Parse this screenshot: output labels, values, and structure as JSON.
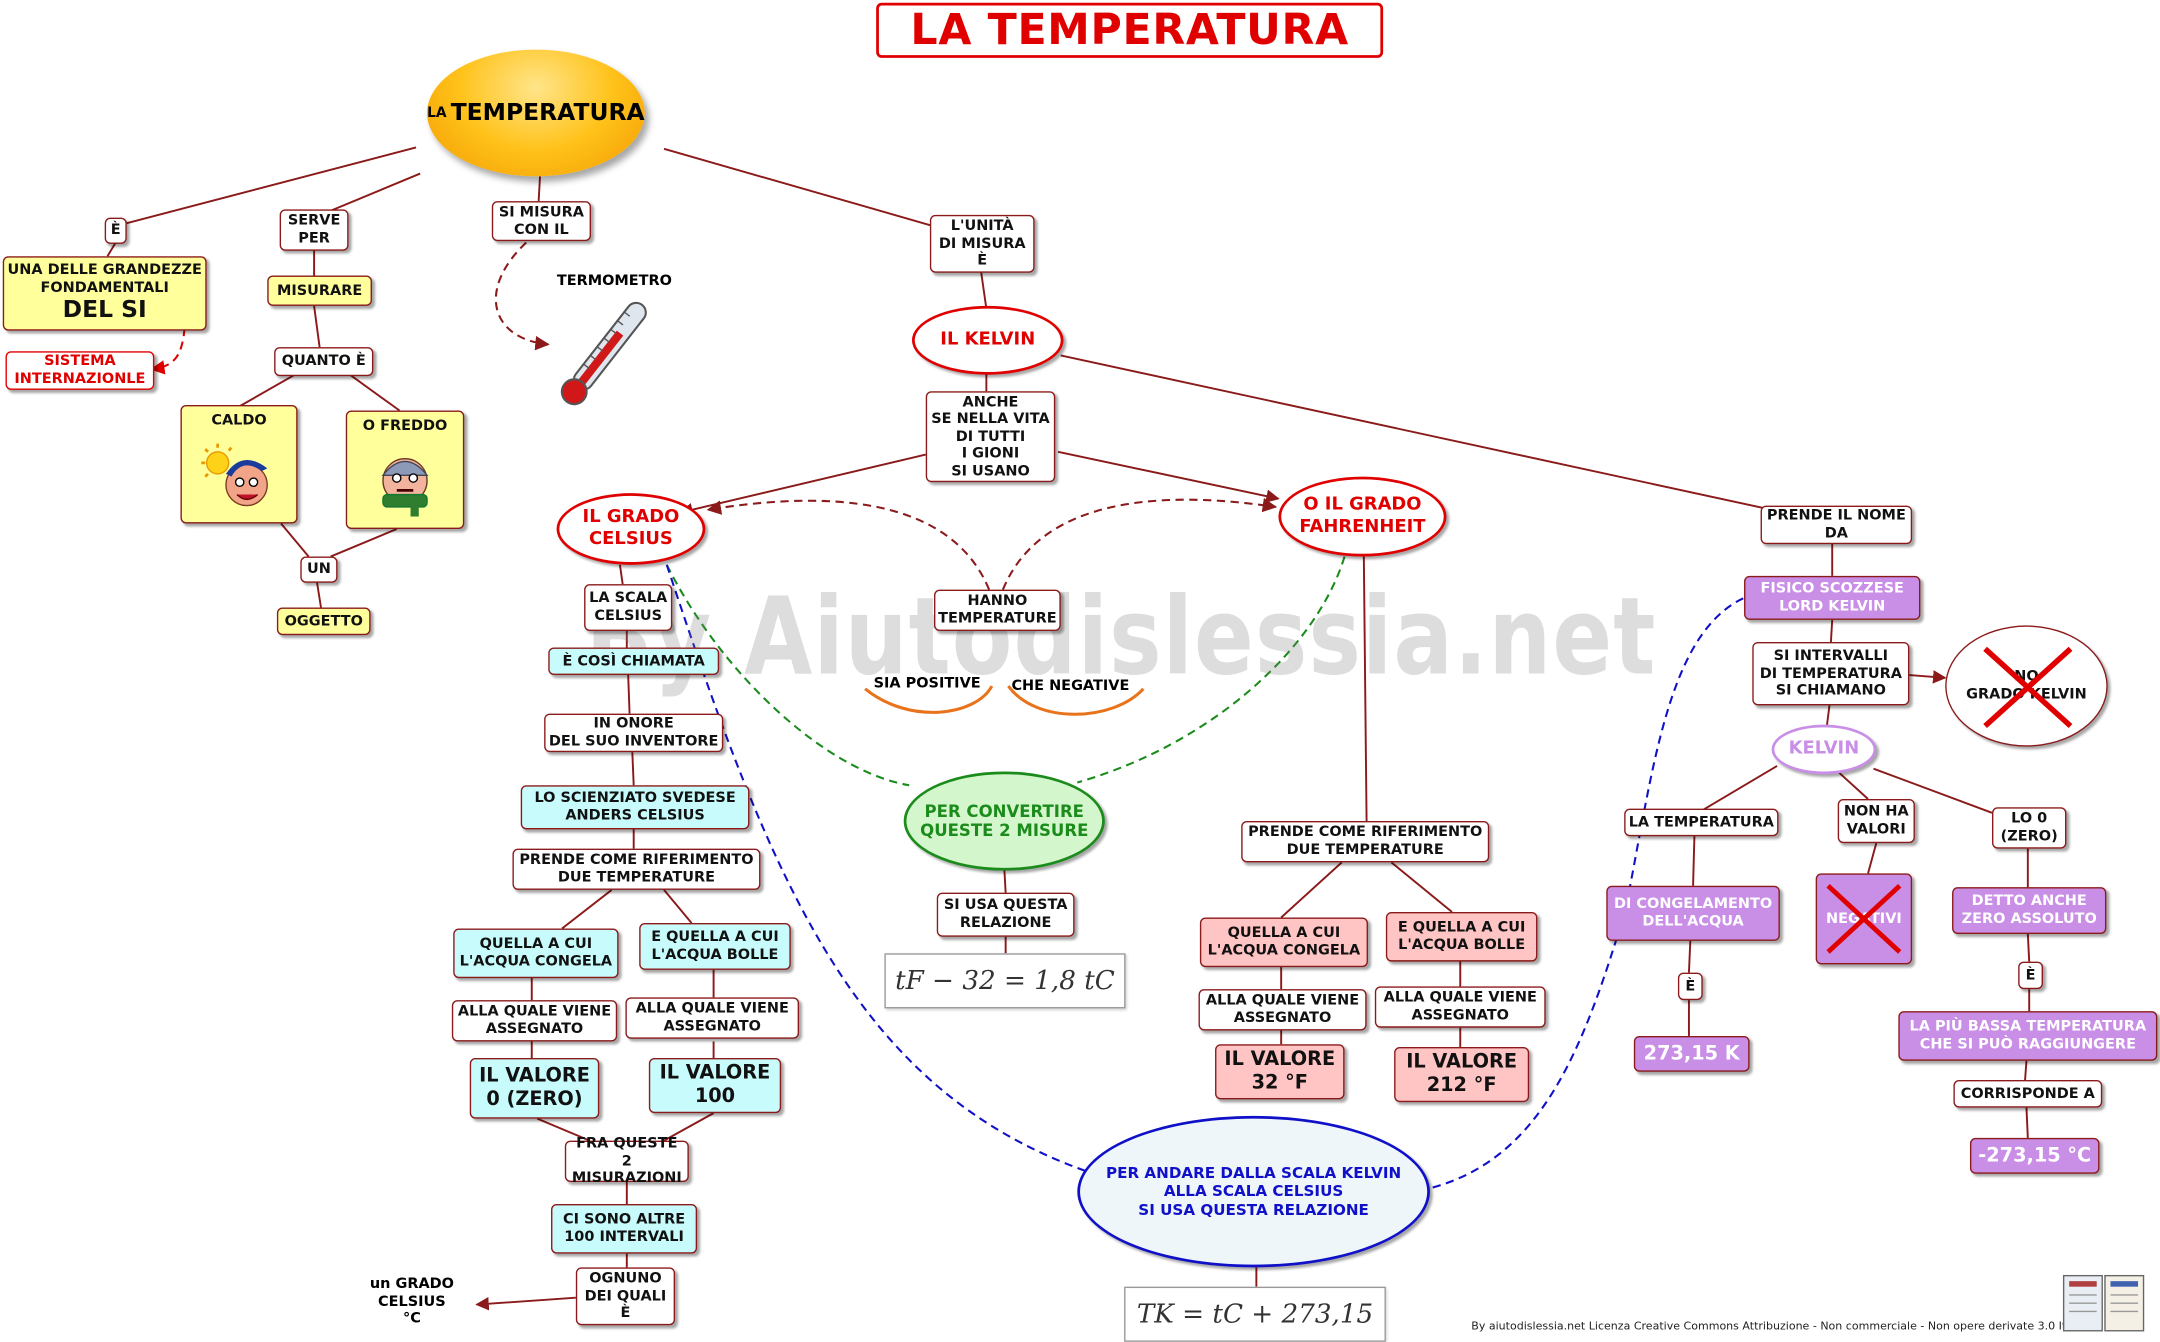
{
  "title": "LA TEMPERATURA",
  "hub": {
    "prefix": "LA",
    "main": "TEMPERATURA"
  },
  "watermark": "By Aiutodislessia.net",
  "left": {
    "e_link": "È",
    "grandezze": "UNA DELLE GRANDEZZE\nFONDAMENTALI",
    "del_si": "DEL SI",
    "sistema": "SISTEMA\nINTERNAZIONLE",
    "serve_per": "SERVE\nPER",
    "misurare": "MISURARE",
    "quanto_e": "QUANTO È",
    "caldo": "CALDO",
    "o_freddo": "O FREDDO",
    "un": "UN",
    "oggetto": "OGGETTO",
    "si_misura": "SI MISURA\nCON IL",
    "termometro": "TERMOMETRO"
  },
  "kelvin_branch": {
    "unita": "L'UNITÀ\nDI  MISURA\nÈ",
    "il_kelvin": "IL KELVIN",
    "anche": "ANCHE\nSE NELLA VITA\nDI TUTTI\nI GIONI\nSI USANO",
    "prende_nome": "PRENDE IL NOME\nDA",
    "fisico": "FISICO SCOZZESE\nLORD KELVIN",
    "intervalli": "SI INTERVALLI\nDI TEMPERATURA\nSI CHIAMANO",
    "no_grado": "NO\nGRADO KELVIN",
    "kelvin": "KELVIN",
    "la_temperatura": "LA TEMPERATURA",
    "congelamento": "DI CONGELAMENTO\nDELL'ACQUA",
    "e1": "È",
    "k273": "273,15 K",
    "non_ha": "NON HA\nVALORI",
    "negativi": "NEGATIVI",
    "lo0": "LO 0\n(ZERO)",
    "zero_assoluto": "DETTO ANCHE\nZERO ASSOLUTO",
    "e2": "È",
    "piu_bassa": "LA PIÙ BASSA TEMPERATURA\nCHE SI PUÒ RAGGIUNGERE",
    "corrisponde": "CORRISPONDE A",
    "minus273": "-273,15 °C"
  },
  "celsius": {
    "title": "IL GRADO\nCELSIUS",
    "scala": "LA SCALA\nCELSIUS",
    "chiamata": "È COSÌ CHIAMATA",
    "onore": "IN ONORE\nDEL SUO INVENTORE",
    "scienziato": "LO SCIENZIATO SVEDESE\nANDERS CELSIUS",
    "riferimento": "PRENDE COME RIFERIMENTO\nDUE TEMPERATURE",
    "congela": "QUELLA A CUI\nL'ACQUA CONGELA",
    "bolle": "E QUELLA A CUI\nL'ACQUA BOLLE",
    "assegnato1": "ALLA QUALE VIENE\nASSEGNATO",
    "assegnato2": "ALLA QUALE VIENE\nASSEGNATO",
    "valore0": "IL VALORE\n0 (ZERO)",
    "valore100": "IL VALORE\n100",
    "fra": "FRA QUESTE 2\nMISURAZIONI",
    "altre": "CI SONO ALTRE\n100 INTERVALI",
    "ognuno": "OGNUNO\nDEI QUALI\nÈ",
    "grado": "un GRADO CELSIUS\n°C"
  },
  "middle": {
    "hanno": "HANNO\nTEMPERATURE",
    "positive": "SIA POSITIVE",
    "negative": "CHE NEGATIVE",
    "convertire": "PER CONVERTIRE\nQUESTE 2 MISURE",
    "relazione": "SI USA QUESTA\nRELAZIONE",
    "formula_f": "tF − 32 = 1,8 tC",
    "andare": "PER ANDARE DALLA SCALA KELVIN\nALLA SCALA CELSIUS\nSI USA QUESTA RELAZIONE",
    "formula_k": "TK = tC + 273,15"
  },
  "fahrenheit": {
    "title": "O IL GRADO\nFAHRENHEIT",
    "riferimento": "PRENDE COME RIFERIMENTO\nDUE TEMPERATURE",
    "congela": "QUELLA A CUI\nL'ACQUA CONGELA",
    "bolle": "E QUELLA A CUI\nL'ACQUA BOLLE",
    "assegnato1": "ALLA QUALE VIENE\nASSEGNATO",
    "assegnato2": "ALLA QUALE VIENE\nASSEGNATO",
    "valore32": "IL VALORE\n32 °F",
    "valore212": "IL VALORE\n212 °F"
  },
  "footer": "By aiutodislessia.net Licenza Creative Commons Attribuzione - Non commerciale - Non opere derivate 3.0 Italia",
  "colors": {
    "red": "#e00000",
    "line": "#8b1a1a",
    "yellow": "#ffff9c",
    "cyan": "#c8fbfb",
    "pink": "#ffc4c4",
    "violet": "#c98ee6",
    "green": "#1b8c1b",
    "blue": "#1010c8"
  }
}
